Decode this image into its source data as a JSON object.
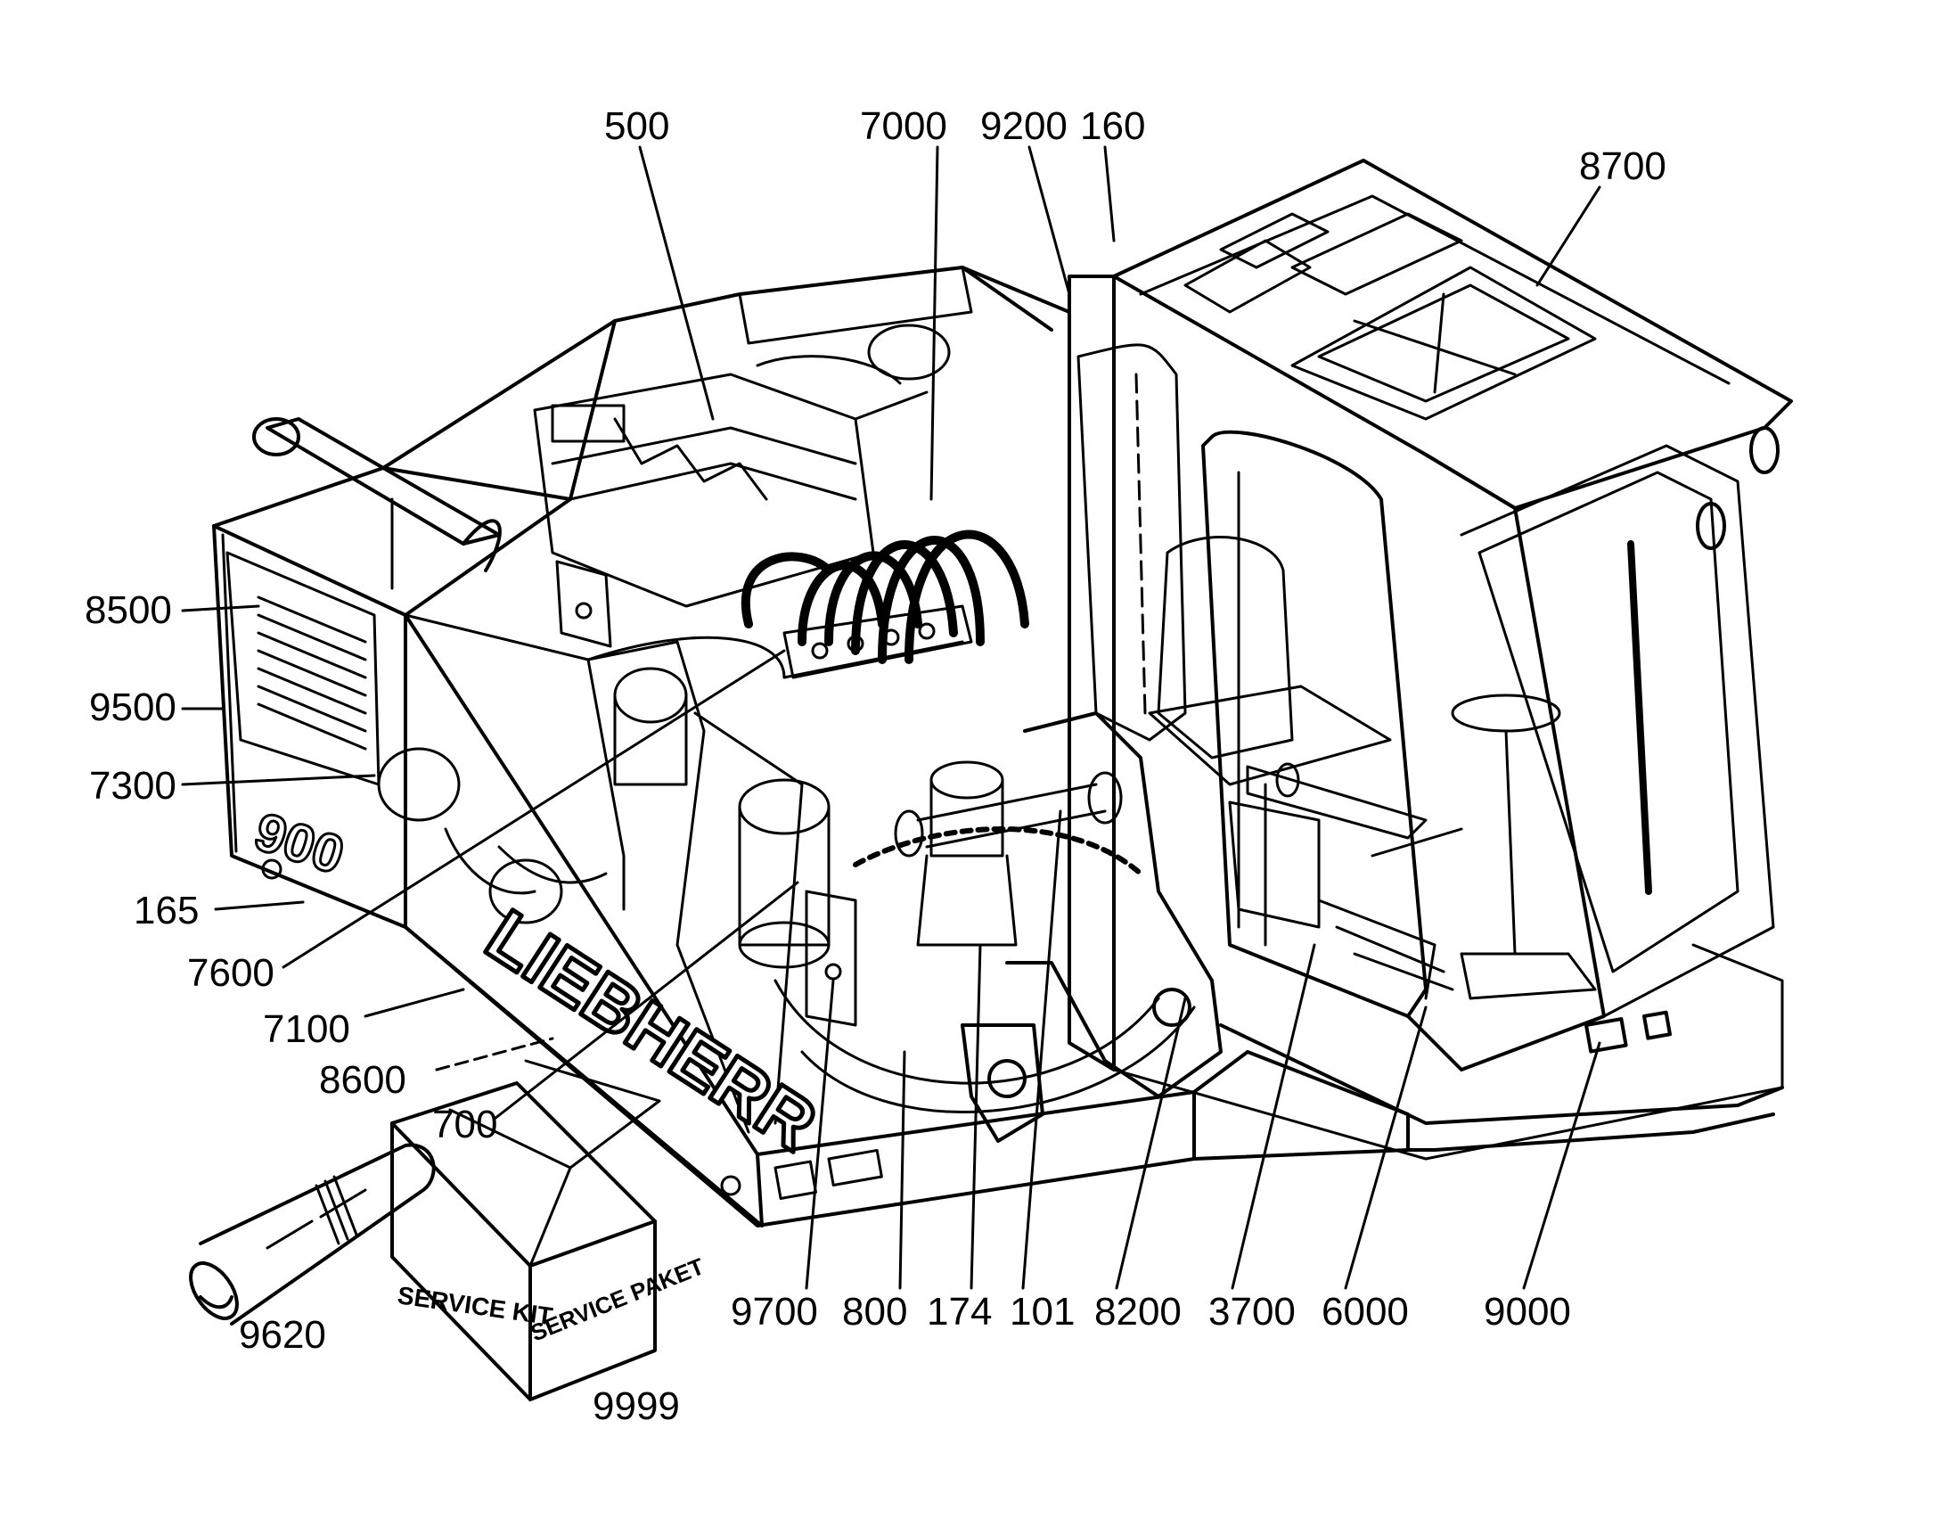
{
  "diagram": {
    "callouts": [
      {
        "id": "500",
        "label": "500"
      },
      {
        "id": "7000",
        "label": "7000"
      },
      {
        "id": "9200",
        "label": "9200"
      },
      {
        "id": "160",
        "label": "160"
      },
      {
        "id": "8700",
        "label": "8700"
      },
      {
        "id": "8500",
        "label": "8500"
      },
      {
        "id": "9500",
        "label": "9500"
      },
      {
        "id": "7300",
        "label": "7300"
      },
      {
        "id": "165",
        "label": "165"
      },
      {
        "id": "7600",
        "label": "7600"
      },
      {
        "id": "7100",
        "label": "7100"
      },
      {
        "id": "8600",
        "label": "8600"
      },
      {
        "id": "700",
        "label": "700"
      },
      {
        "id": "9700",
        "label": "9700"
      },
      {
        "id": "800",
        "label": "800"
      },
      {
        "id": "174",
        "label": "174"
      },
      {
        "id": "101",
        "label": "101"
      },
      {
        "id": "8200",
        "label": "8200"
      },
      {
        "id": "3700",
        "label": "3700"
      },
      {
        "id": "6000",
        "label": "6000"
      },
      {
        "id": "9000",
        "label": "9000"
      },
      {
        "id": "9620",
        "label": "9620"
      },
      {
        "id": "9999",
        "label": "9999"
      }
    ],
    "brand_text": "LIEBHERR",
    "model_text": "900",
    "box_front_text": "SERVICE KIT",
    "box_side_text": "SERVICE PAKET"
  }
}
